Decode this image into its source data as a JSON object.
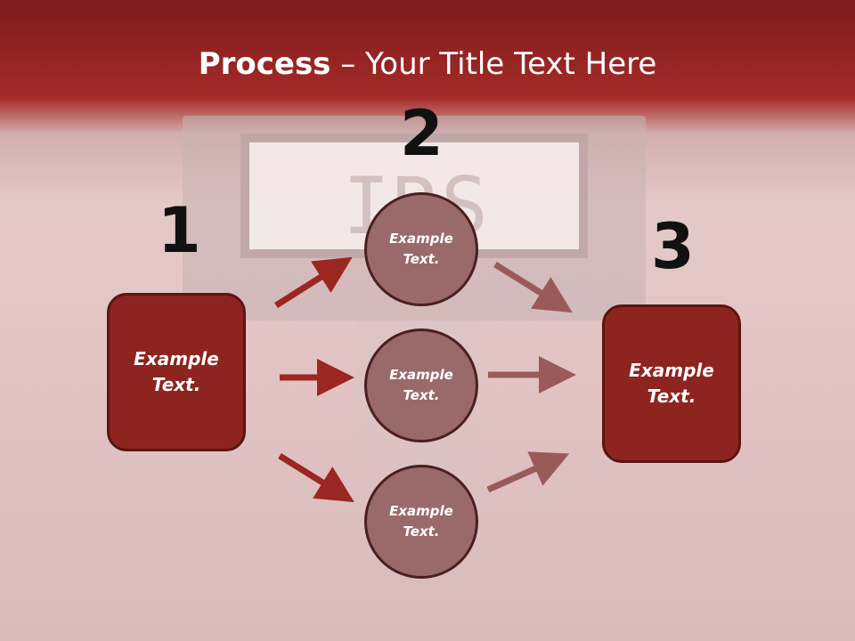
{
  "slide": {
    "title_bold": "Process",
    "title_rest": " – Your Title Text Here"
  },
  "numbers": {
    "one": "1",
    "two": "2",
    "three": "3"
  },
  "watermark": "IRS",
  "left_box": {
    "text": "Example\nText."
  },
  "right_box": {
    "text": "Example\nText."
  },
  "circles": [
    {
      "text": "Example\nText."
    },
    {
      "text": "Example\nText."
    },
    {
      "text": "Example\nText."
    }
  ],
  "colors": {
    "header": "#a52a28",
    "box_fill": "#8e2420",
    "circle_fill": "#9a6a6a",
    "arrow_left": "#9b2622",
    "arrow_right": "#9b5a5a"
  }
}
